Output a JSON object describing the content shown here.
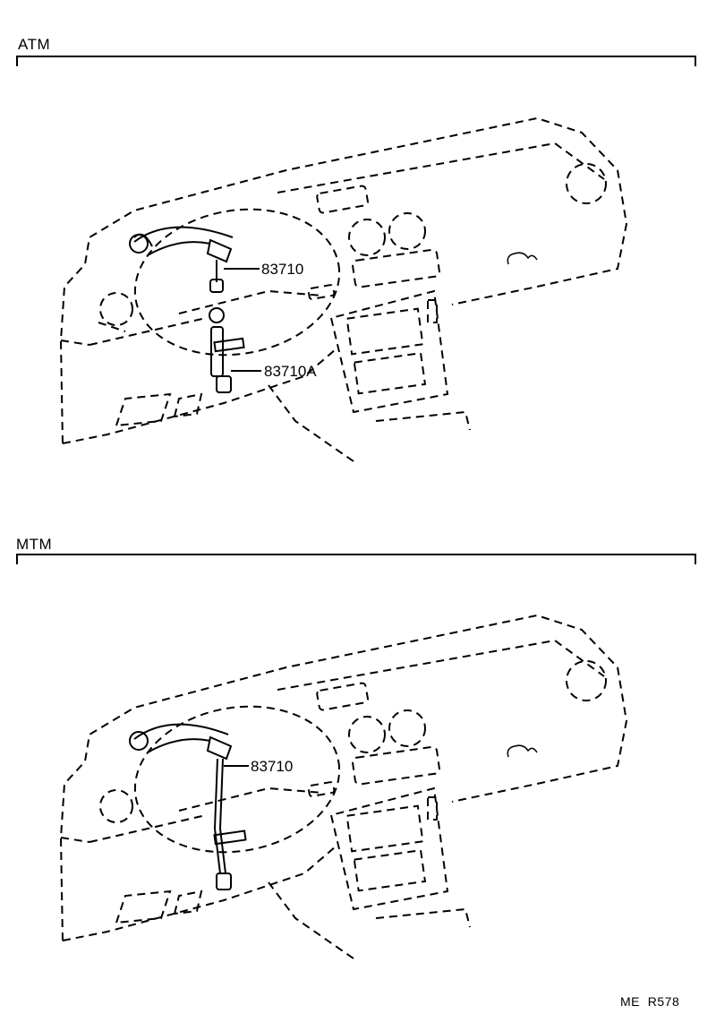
{
  "sections": [
    {
      "label": "ATM",
      "parts": [
        {
          "number": "83710"
        },
        {
          "number": "83710A"
        }
      ]
    },
    {
      "label": "MTM",
      "parts": [
        {
          "number": "83710"
        }
      ]
    }
  ],
  "footer": {
    "code": "ME  R578"
  }
}
